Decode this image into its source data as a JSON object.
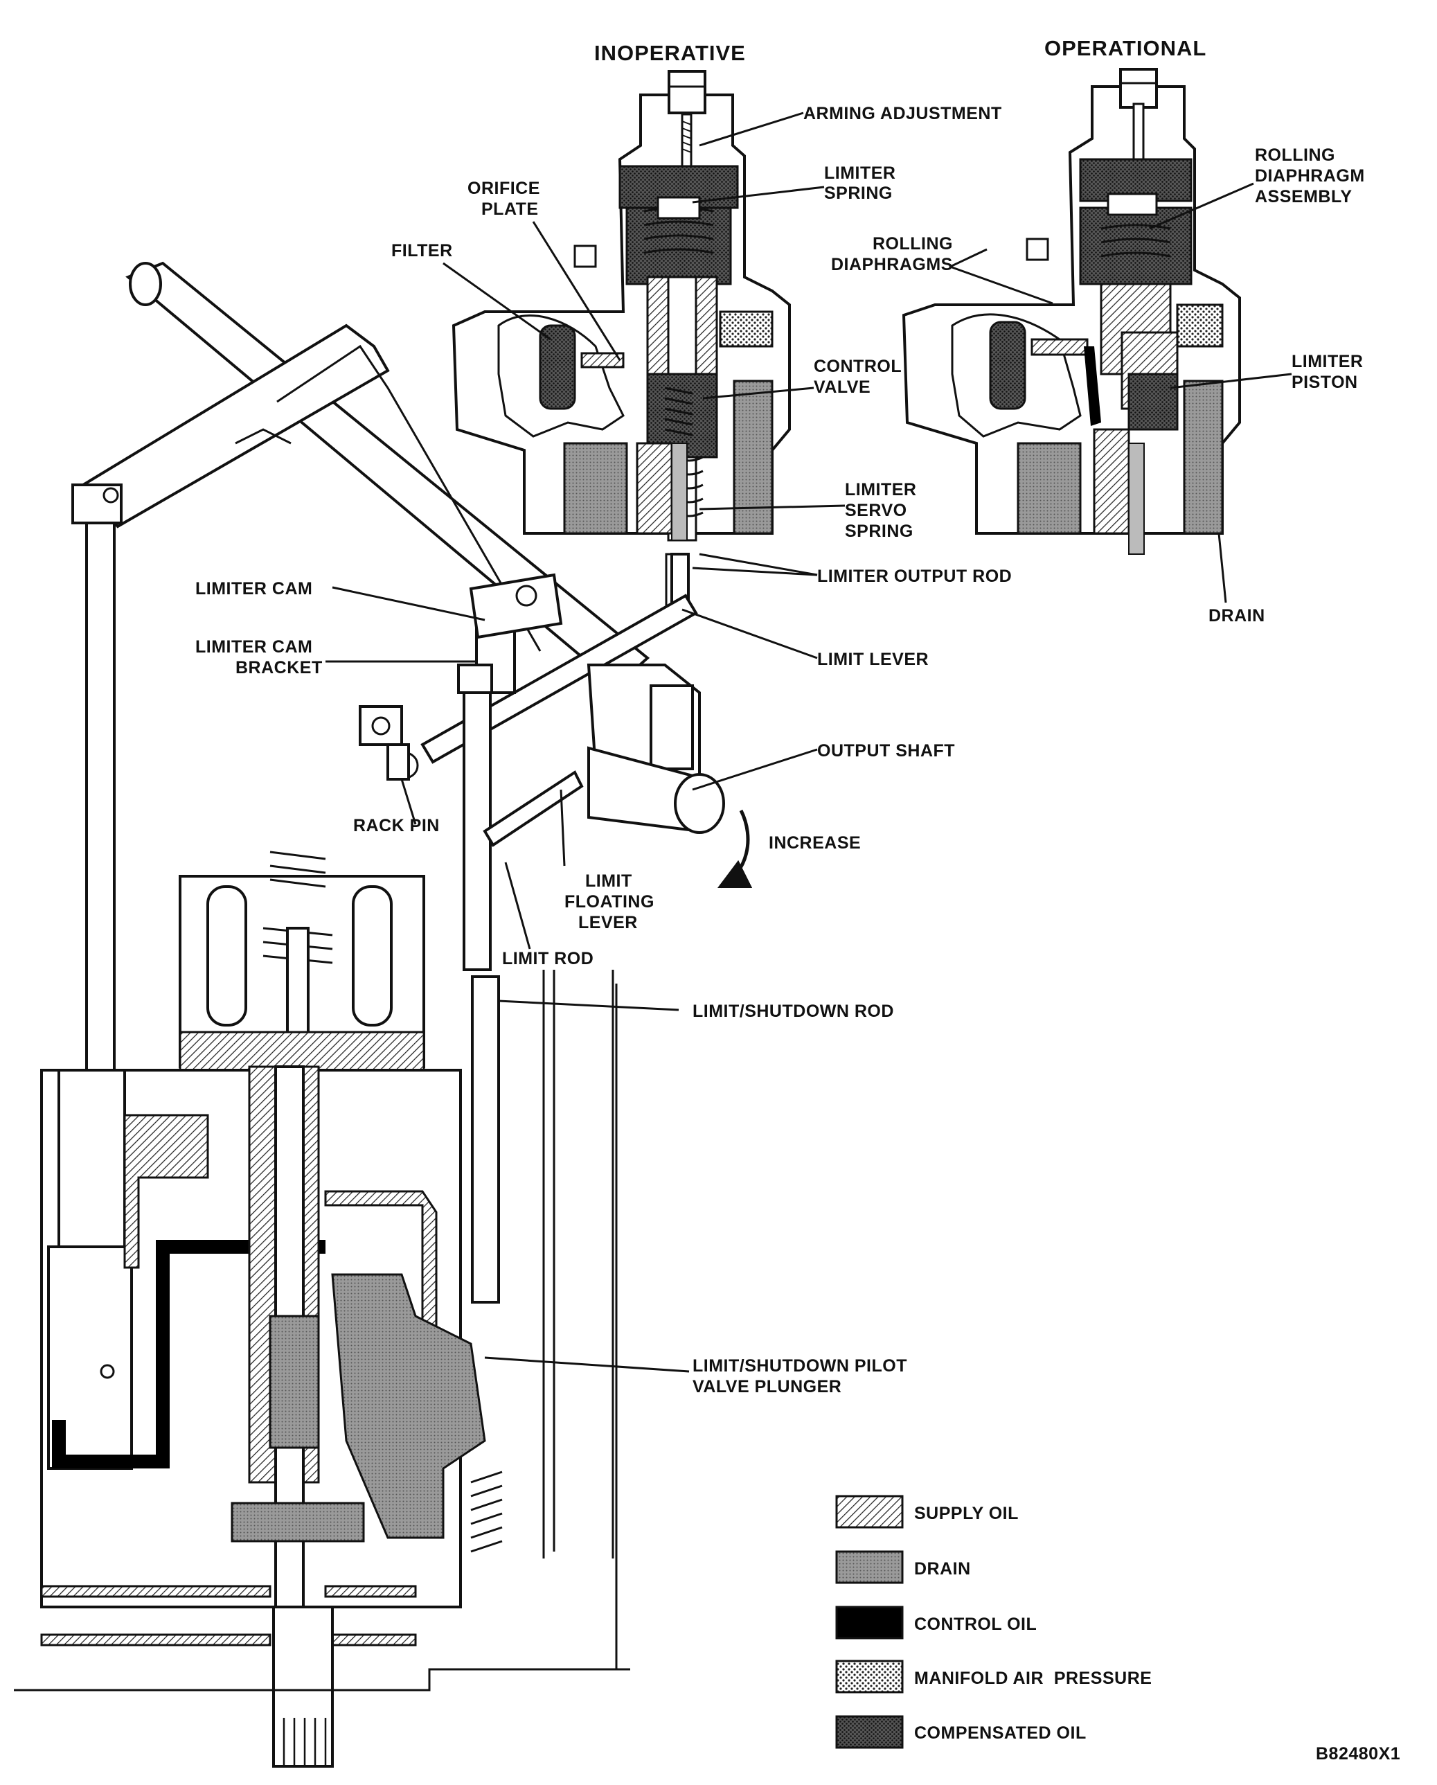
{
  "titles": {
    "inoperative": "INOPERATIVE",
    "operational": "OPERATIONAL"
  },
  "labels": {
    "arming_adjustment": "ARMING ADJUSTMENT",
    "limiter_spring": [
      "LIMITER",
      "SPRING"
    ],
    "orifice_plate": [
      "ORIFICE",
      "PLATE"
    ],
    "filter": "FILTER",
    "rolling_diaphragms": [
      "ROLLING",
      "DIAPHRAGMS"
    ],
    "rolling_diaphragm_assembly": [
      "ROLLING",
      "DIAPHRAGM",
      "ASSEMBLY"
    ],
    "control_valve": [
      "CONTROL",
      "VALVE"
    ],
    "limiter_piston": [
      "LIMITER",
      "PISTON"
    ],
    "limiter_servo_spring": [
      "LIMITER",
      "SERVO",
      "SPRING"
    ],
    "limiter_output_rod": "LIMITER OUTPUT ROD",
    "drain": "DRAIN",
    "limiter_cam": "LIMITER CAM",
    "limiter_cam_bracket": [
      "LIMITER CAM",
      "BRACKET"
    ],
    "limit_lever": "LIMIT LEVER",
    "output_shaft": "OUTPUT SHAFT",
    "rack_pin": "RACK PIN",
    "increase": "INCREASE",
    "limit_floating_lever": [
      "LIMIT",
      "FLOATING",
      "LEVER"
    ],
    "limit_rod": "LIMIT ROD",
    "limit_shutdown_rod": "LIMIT/SHUTDOWN ROD",
    "limit_shutdown_pilot_valve_plunger": [
      "LIMIT/SHUTDOWN PILOT",
      "VALVE PLUNGER"
    ]
  },
  "legend": [
    {
      "label": "SUPPLY OIL",
      "pattern": "supply"
    },
    {
      "label": "DRAIN",
      "pattern": "drain"
    },
    {
      "label": "CONTROL OIL",
      "pattern": "control"
    },
    {
      "label": "MANIFOLD AIR  PRESSURE",
      "pattern": "manifold"
    },
    {
      "label": "COMPENSATED OIL",
      "pattern": "compensated"
    }
  ],
  "figure_number": "B82480X1",
  "colors": {
    "ink": "#111111",
    "paper": "#ffffff",
    "drain_fill": "#9a9a9a",
    "control_fill": "#000000"
  }
}
